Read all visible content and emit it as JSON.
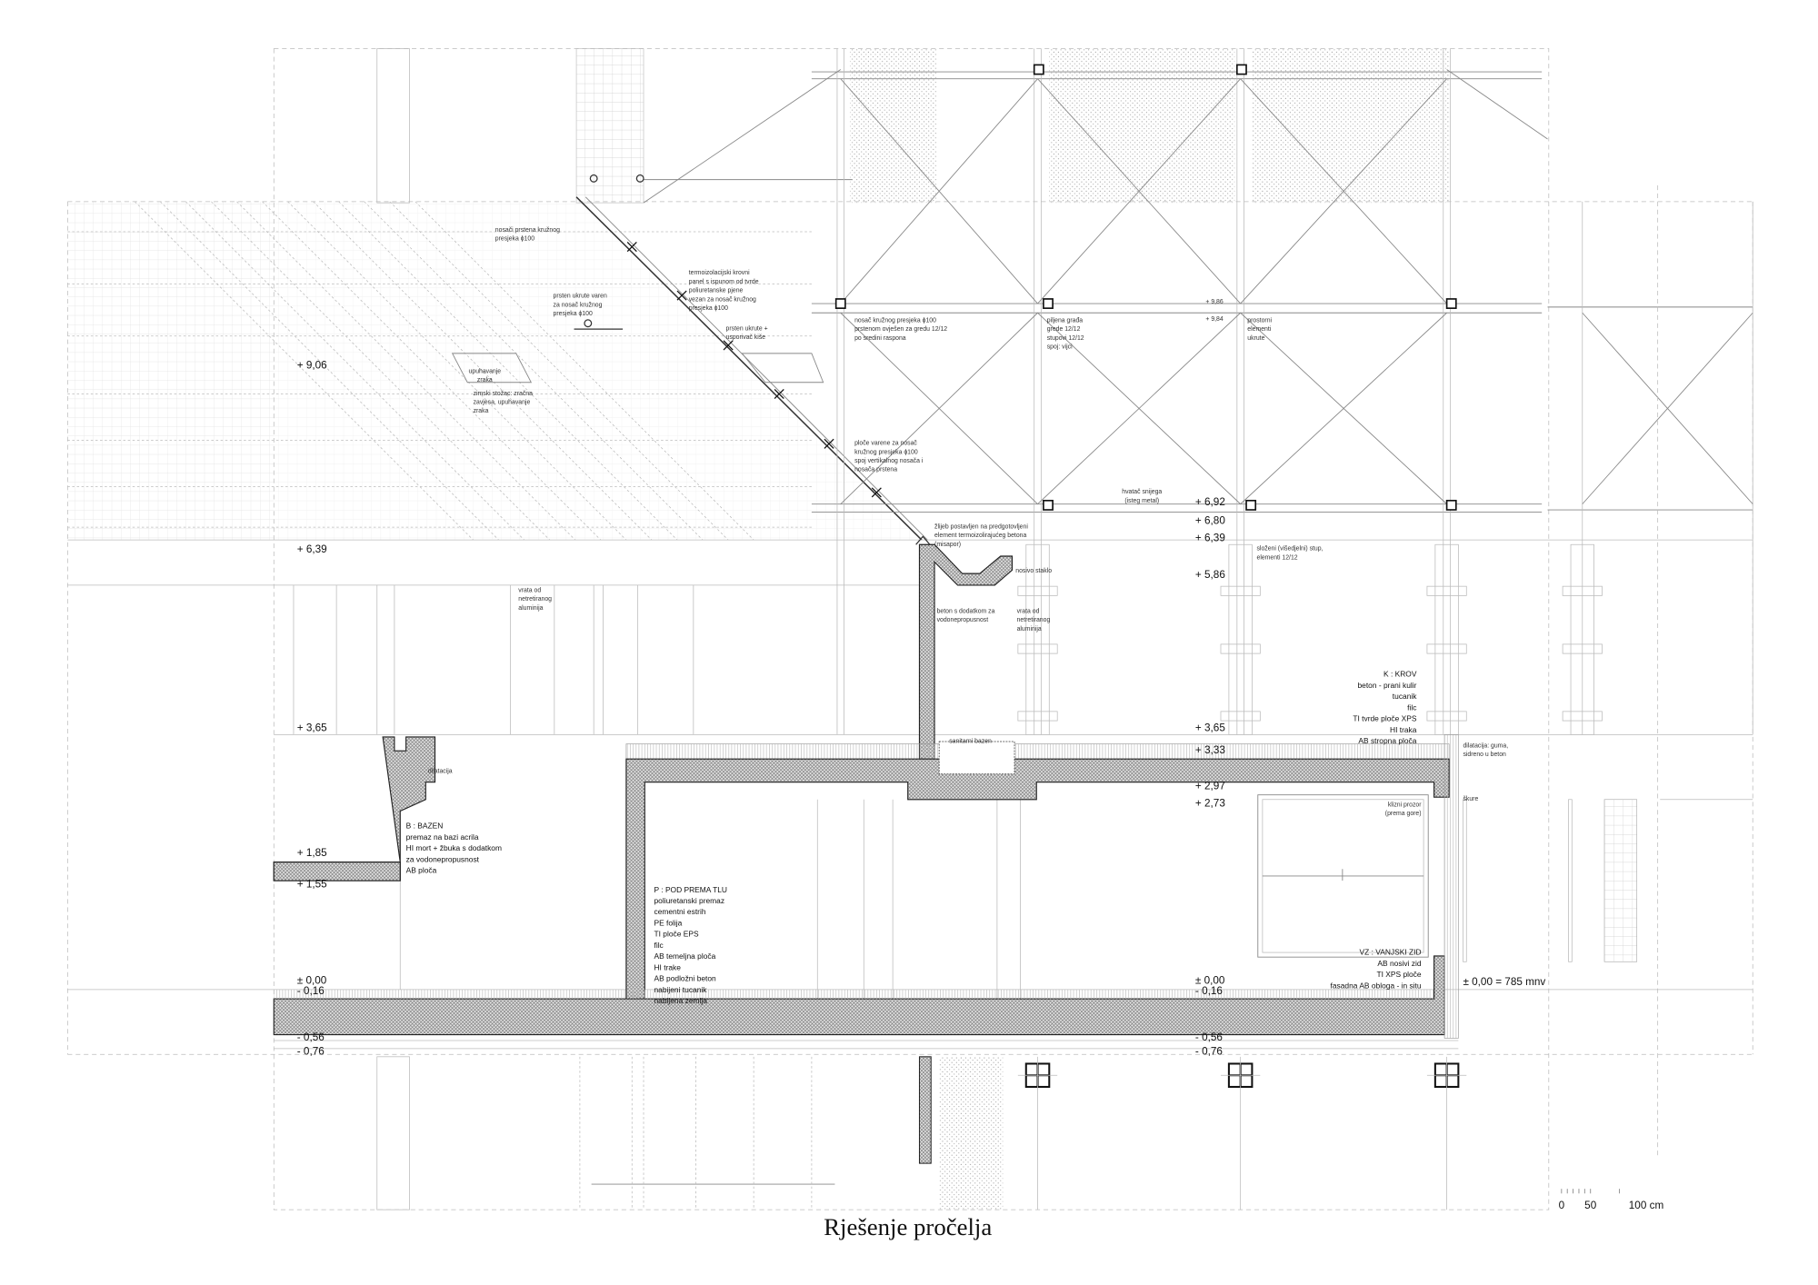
{
  "title": "Rješenje pročelja",
  "levels_left": [
    "+ 9,06",
    "+ 6,39",
    "+ 3,65",
    "+ 1,85",
    "+ 1,55",
    "± 0,00",
    "- 0,16",
    "- 0,56",
    "- 0,76"
  ],
  "levels_right": [
    "+ 6,92",
    "+ 6,80",
    "+ 6,39",
    "+ 5,86",
    "+ 3,65",
    "+ 3,33",
    "+ 2,97",
    "+ 2,73",
    "± 0,00",
    "- 0,16",
    "- 0,56",
    "- 0,76"
  ],
  "levels_top": [
    "+ 9,86",
    "+ 9,84"
  ],
  "datum": "± 0,00 = 785 mnv",
  "notes": {
    "nosaci_prstena": [
      "nosači prstena kružnog",
      "presjeka ϕ100"
    ],
    "prsten_varen": [
      "prsten ukrute varen",
      "za nosač kružnog",
      "presjeka ϕ100"
    ],
    "krovni_panel": [
      "termoizolacijski krovni",
      "panel s ispunom od tvrde",
      "poliuretanske pjene",
      "vezan za nosač kružnog",
      "presjeka ϕ100"
    ],
    "prsten_usporivac": [
      "prsten ukrute +",
      "usporivač kiše"
    ],
    "upuhavanje": [
      "upuhavanje",
      "zraka"
    ],
    "zimski_stozac": [
      "zimski stožac: zračna",
      "zavjesa, upuhavanje",
      "zraka"
    ],
    "nosac_ovjesen": [
      "nosač kružnog presjeka ϕ100",
      "prstenom ovješen za gredu 12/12",
      "po sredini raspona"
    ],
    "piljena_grada": [
      "piljena građa",
      "grede 12/12",
      "stupovi 12/12",
      "spoj: vijci"
    ],
    "prostorni": [
      "prostorni",
      "elementi",
      "ukrute"
    ],
    "ploce_varene": [
      "ploče varene za nosač",
      "kružnog presjeka ϕ100",
      "spoj vertikalnog nosača i",
      "nosača prstena"
    ],
    "hvatac": [
      "hvatač snijega",
      "(isteg metal)"
    ],
    "zlijeb": [
      "žlijeb postavljen na predgotovljeni",
      "element termoizolirajućeg betona",
      "(misapor)"
    ],
    "nosivo_staklo": [
      "nosivo staklo"
    ],
    "beton_dodatak": [
      "beton s dodatkom za",
      "vodonepropusnost"
    ],
    "vrata_right": [
      "vrata od",
      "netretiranog",
      "aluminija"
    ],
    "vrata_left": [
      "vrata od",
      "netretiranog",
      "aluminija"
    ],
    "slozeni_stup": [
      "složeni (višedjelni) stup,",
      "elementi 12/12"
    ],
    "dilatacija_guma": [
      "dilatacija: guma,",
      "sidreno u beton"
    ],
    "sanitarni": [
      "sanitarni bazen"
    ],
    "dilatacija": [
      "dilatacija"
    ],
    "skure": [
      "škure"
    ],
    "klizni": [
      "klizni prozor",
      "(prema gore)"
    ]
  },
  "blocks": {
    "krov": [
      "K : KROV",
      "beton - prani kulir",
      "tucanik",
      "filc",
      "TI tvrde ploče XPS",
      "HI traka",
      "AB stropna ploča"
    ],
    "bazen": [
      "B : BAZEN",
      "premaz na bazi acrila",
      "HI mort + žbuka s dodatkom",
      "za vodonepropusnost",
      "AB ploča"
    ],
    "pod": [
      "P : POD PREMA TLU",
      "poliuretanski premaz",
      "cementni estrih",
      "PE folija",
      "TI ploče EPS",
      "filc",
      "AB temeljna ploča",
      "HI trake",
      "AB podložni beton",
      "nabijeni tucanik",
      "nabijena zemlja"
    ],
    "zid": [
      "VZ : VANJSKI ZID",
      "AB nosivi zid",
      "TI XPS ploče",
      "fasadna AB obloga - in situ"
    ]
  },
  "scale": {
    "zero": "0",
    "mid": "50",
    "end": "100 cm"
  },
  "colors": {
    "line": "#333333",
    "light": "#bbbbbb",
    "hatch": "#777777"
  }
}
